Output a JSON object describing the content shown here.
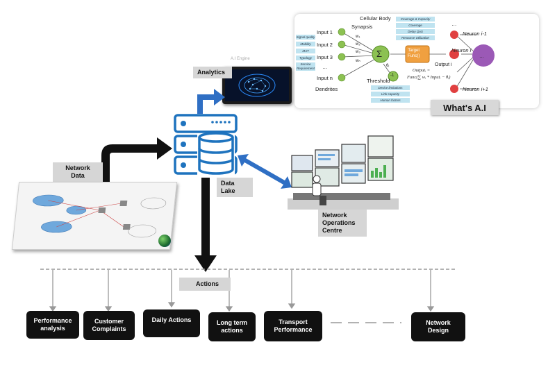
{
  "neural_network": {
    "title": "Cellular Body",
    "synapsis": "Synapsis",
    "inputs": [
      "Input 1",
      "Input 2",
      "Input 3",
      "…",
      "Input n"
    ],
    "weights": [
      "w₁",
      "w₂",
      "w₃",
      "wₙ"
    ],
    "input_features": [
      "Signal quality",
      "Mobility",
      "MAT",
      "Typology",
      "Service Requirement"
    ],
    "top_chips": [
      "Coverage & Capacity",
      "Coverage",
      "Delay QoS",
      "Resource Utilization"
    ],
    "bottom_chips": [
      "Device limitations",
      "Link capacity",
      "Human factors"
    ],
    "sigma": "Σ",
    "theta": "θᵢ",
    "minus_one": "-1",
    "target": "Target\nFunc()",
    "output_i": "Output i",
    "threshold": "Threshold",
    "dendrites": "Dendrites",
    "neurons": [
      "Neuron i-1",
      "Neuron i",
      "Neuron i+1"
    ],
    "dots": "…",
    "formula_top": "Outputᵢ =",
    "formula_bottom": "Func(∑ wᵢ * Inputᵢ − θᵢ)"
  },
  "whats_ai": "What's A.I",
  "ai_engine_caption": "A.I Engine",
  "labels": {
    "analytics": "Analytics",
    "network_data": "Network\nData",
    "data_lake": "Data\nLake",
    "noc": "Network\nOperations\nCentre",
    "actions": "Actions"
  },
  "action_boxes": [
    "Performance\nanalysis",
    "Customer\nComplaints",
    "Daily Actions",
    "Long term\nactions",
    "Transport\nPerformance",
    "Network\nDesign"
  ],
  "colors": {
    "server_blue": "#1e73be",
    "arrow_blue": "#2f6fc4",
    "label_gray": "#d6d6d6",
    "box_black": "#111111"
  }
}
